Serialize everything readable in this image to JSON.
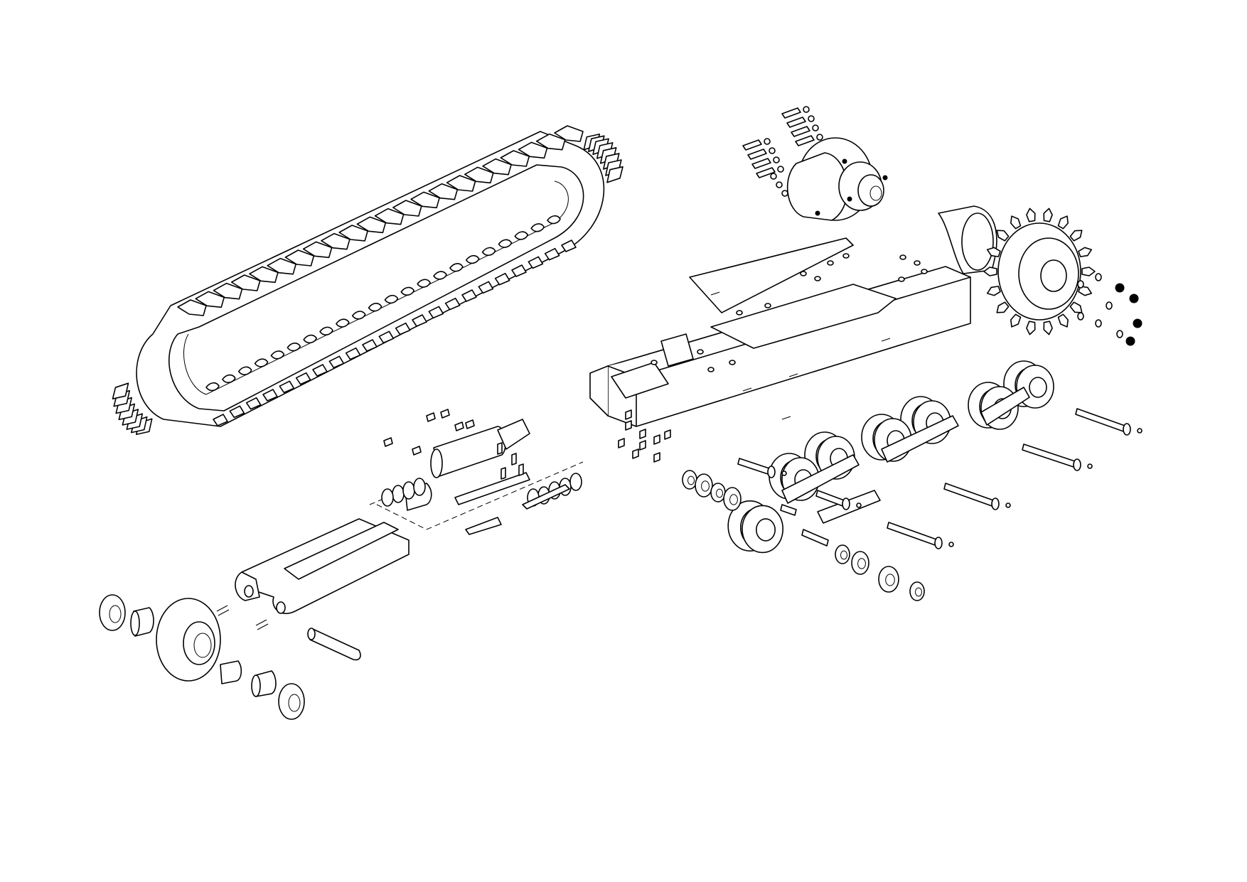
{
  "page": {
    "background": "#ffffff",
    "line_color": "#000000"
  },
  "parts": [
    {
      "id": "rubber-track",
      "icon": "rubber-track-icon"
    },
    {
      "id": "hydraulic-drive-motor",
      "icon": "drive-motor-icon"
    },
    {
      "id": "motor-mounting-bolts",
      "icon": "bolt-set-icon"
    },
    {
      "id": "drive-sprocket",
      "icon": "sprocket-icon"
    },
    {
      "id": "sprocket-nuts",
      "icon": "nut-set-icon"
    },
    {
      "id": "undercarriage-frame",
      "icon": "frame-icon"
    },
    {
      "id": "tensioner-cylinder",
      "icon": "cylinder-icon"
    },
    {
      "id": "idler-yoke",
      "icon": "yoke-icon"
    },
    {
      "id": "front-idler-wheel",
      "icon": "idler-wheel-icon"
    },
    {
      "id": "track-rollers",
      "icon": "roller-icon"
    },
    {
      "id": "roller-axles",
      "icon": "axle-pin-icon"
    },
    {
      "id": "bearings-and-washers",
      "icon": "bearing-icon"
    }
  ]
}
